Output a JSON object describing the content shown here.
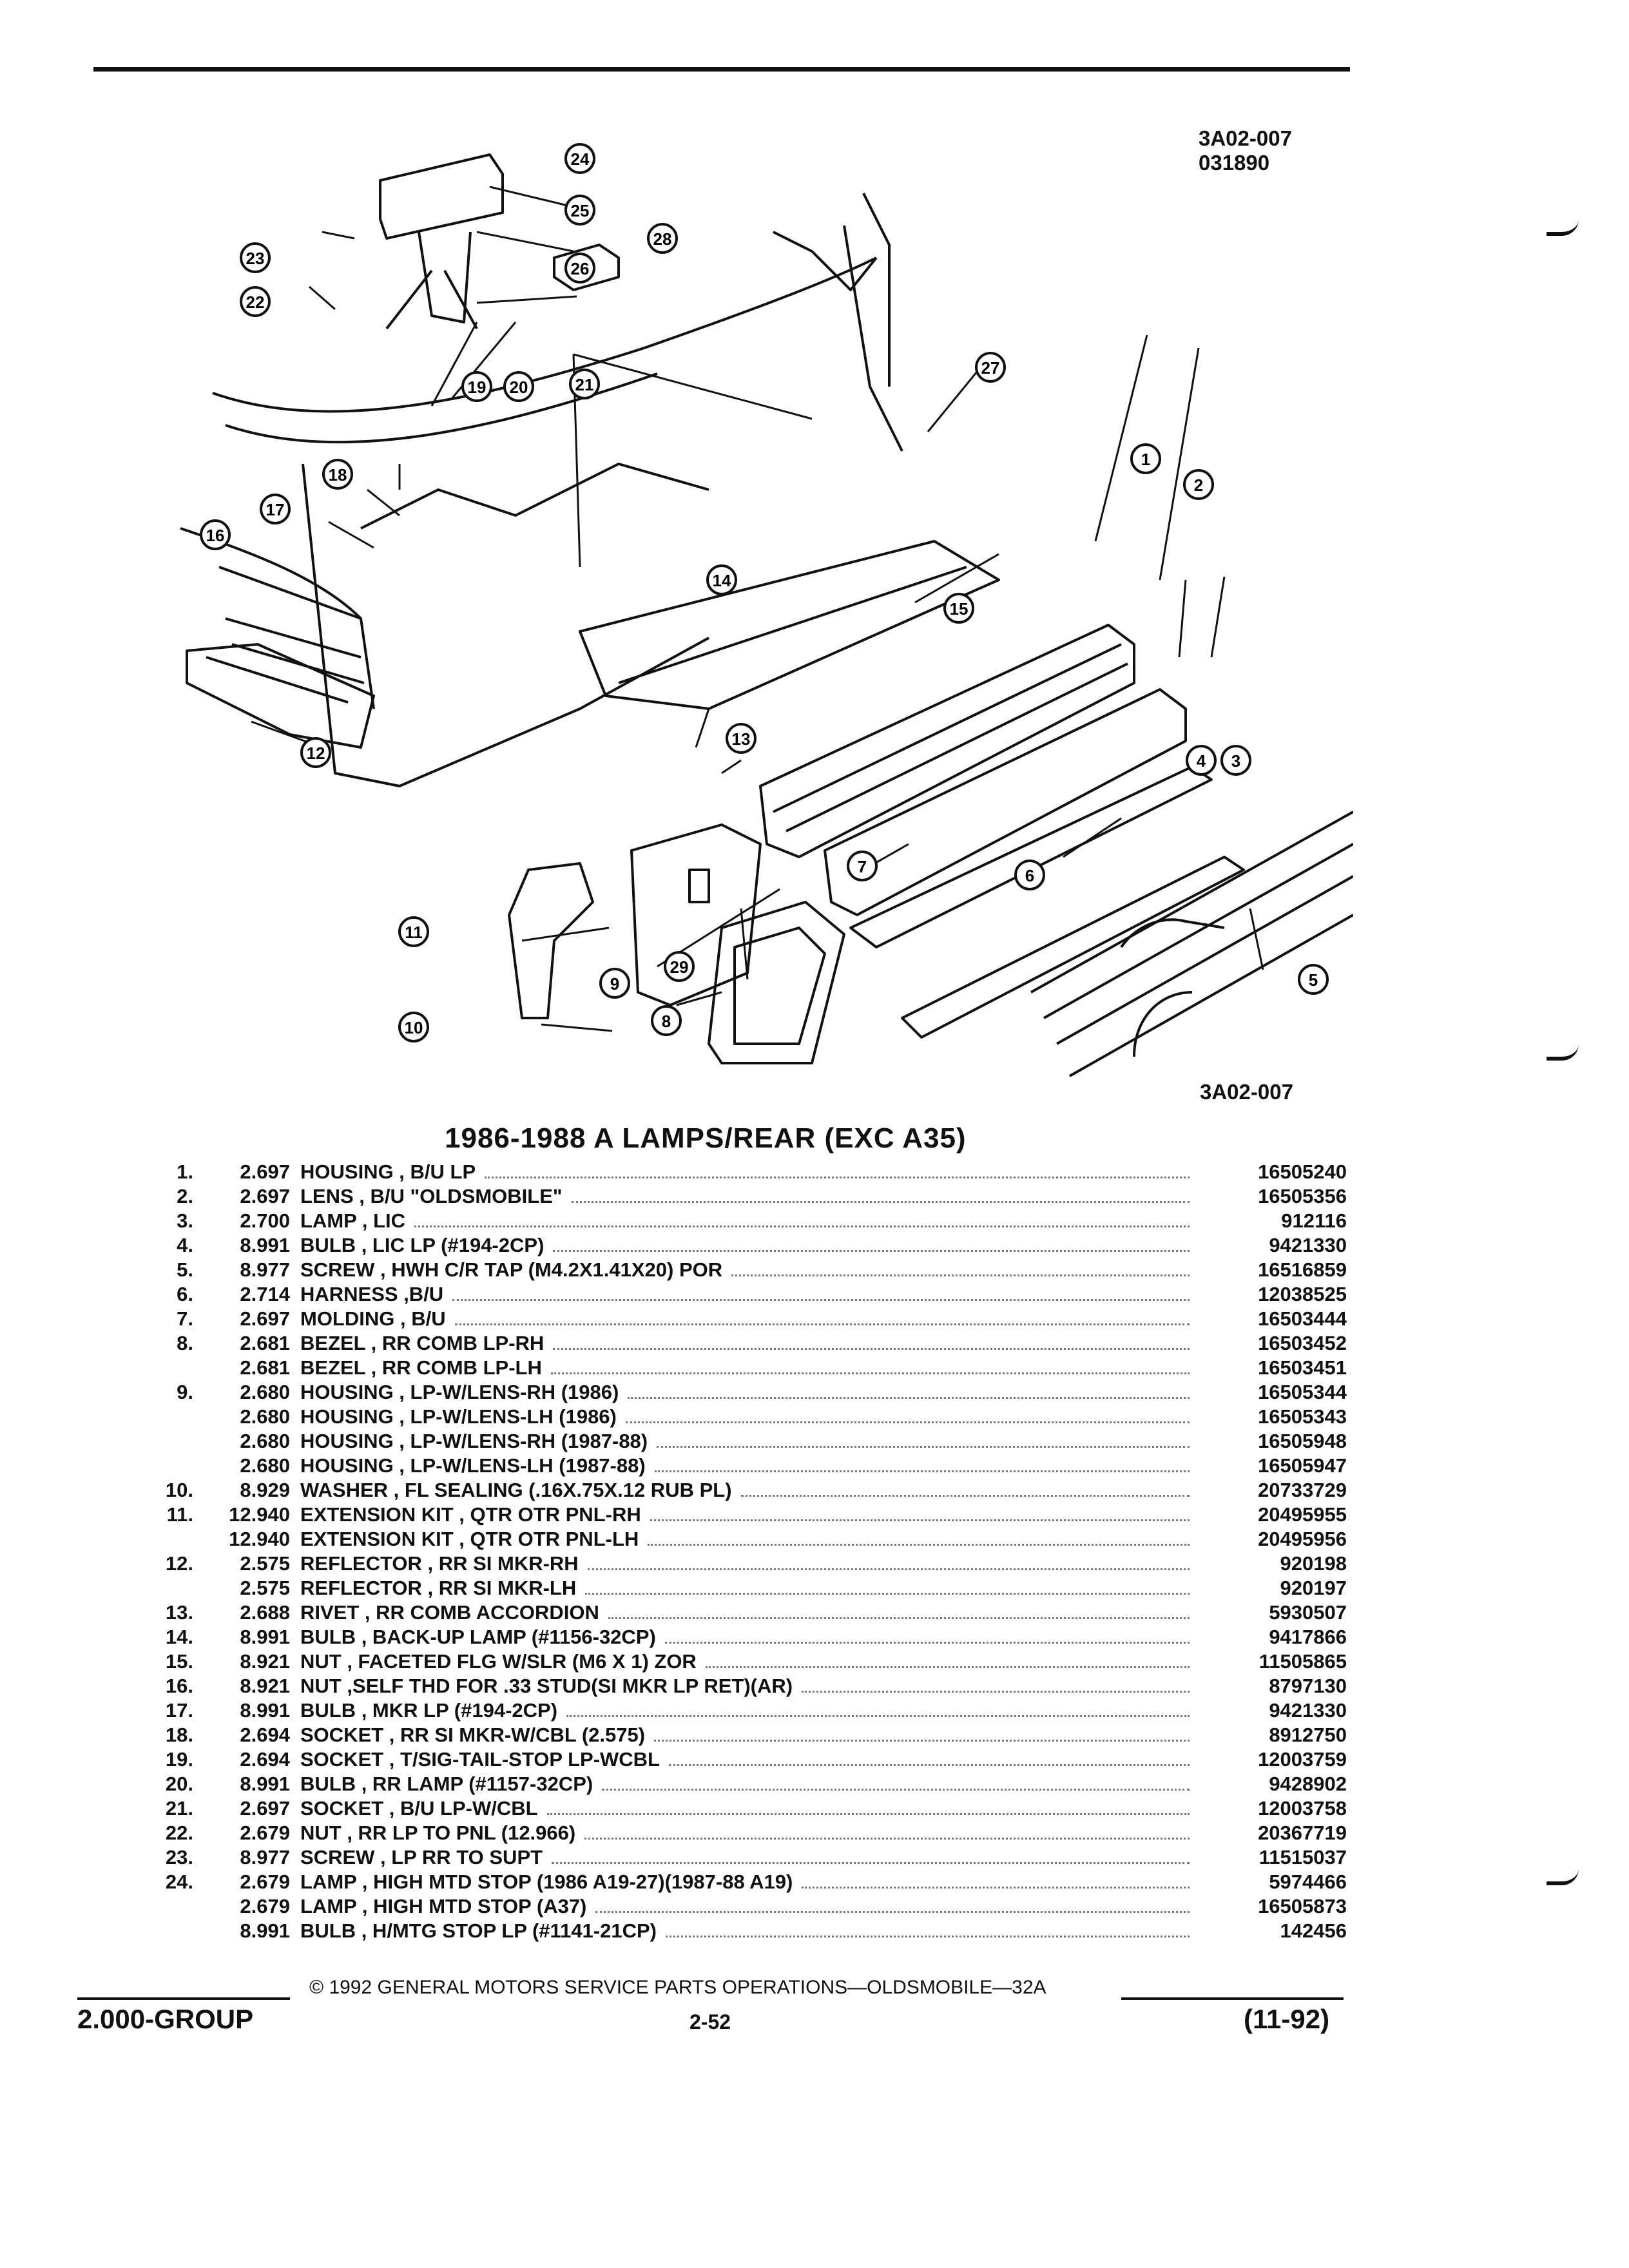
{
  "drawing": {
    "id": "3A02-007",
    "date_code": "031890",
    "caption": "3A02-007"
  },
  "diagram_labels": [
    "1",
    "2",
    "3",
    "4",
    "5",
    "6",
    "7",
    "8",
    "9",
    "10",
    "11",
    "12",
    "13",
    "14",
    "15",
    "16",
    "17",
    "18",
    "19",
    "20",
    "21",
    "22",
    "23",
    "24",
    "25",
    "26",
    "27",
    "28",
    "29"
  ],
  "section_title": "1986-1988 A LAMPS/REAR (EXC A35)",
  "parts": [
    {
      "idx": "1.",
      "grp": "2.697",
      "desc": "HOUSING , B/U LP",
      "pn": "16505240"
    },
    {
      "idx": "2.",
      "grp": "2.697",
      "desc": "LENS , B/U \"OLDSMOBILE\"",
      "pn": "16505356"
    },
    {
      "idx": "3.",
      "grp": "2.700",
      "desc": "LAMP , LIC",
      "pn": "912116"
    },
    {
      "idx": "4.",
      "grp": "8.991",
      "desc": "BULB , LIC LP (#194-2CP)",
      "pn": "9421330"
    },
    {
      "idx": "5.",
      "grp": "8.977",
      "desc": "SCREW , HWH C/R TAP (M4.2X1.41X20) POR",
      "pn": "16516859"
    },
    {
      "idx": "6.",
      "grp": "2.714",
      "desc": "HARNESS ,B/U",
      "pn": "12038525"
    },
    {
      "idx": "7.",
      "grp": "2.697",
      "desc": "MOLDING , B/U",
      "pn": "16503444"
    },
    {
      "idx": "8.",
      "grp": "2.681",
      "desc": "BEZEL , RR COMB LP-RH",
      "pn": "16503452"
    },
    {
      "idx": "",
      "grp": "2.681",
      "desc": "BEZEL , RR COMB LP-LH",
      "pn": "16503451"
    },
    {
      "idx": "9.",
      "grp": "2.680",
      "desc": "HOUSING , LP-W/LENS-RH (1986)",
      "pn": "16505344"
    },
    {
      "idx": "",
      "grp": "2.680",
      "desc": "HOUSING , LP-W/LENS-LH (1986)",
      "pn": "16505343"
    },
    {
      "idx": "",
      "grp": "2.680",
      "desc": "HOUSING , LP-W/LENS-RH (1987-88)",
      "pn": "16505948"
    },
    {
      "idx": "",
      "grp": "2.680",
      "desc": "HOUSING , LP-W/LENS-LH (1987-88)",
      "pn": "16505947"
    },
    {
      "idx": "10.",
      "grp": "8.929",
      "desc": "WASHER , FL SEALING (.16X.75X.12 RUB PL)",
      "pn": "20733729"
    },
    {
      "idx": "11.",
      "grp": "12.940",
      "desc": "EXTENSION KIT , QTR OTR PNL-RH",
      "pn": "20495955"
    },
    {
      "idx": "",
      "grp": "12.940",
      "desc": "EXTENSION KIT , QTR OTR PNL-LH",
      "pn": "20495956"
    },
    {
      "idx": "12.",
      "grp": "2.575",
      "desc": "REFLECTOR , RR SI MKR-RH",
      "pn": "920198"
    },
    {
      "idx": "",
      "grp": "2.575",
      "desc": "REFLECTOR , RR SI MKR-LH",
      "pn": "920197"
    },
    {
      "idx": "13.",
      "grp": "2.688",
      "desc": "RIVET , RR COMB ACCORDION",
      "pn": "5930507"
    },
    {
      "idx": "14.",
      "grp": "8.991",
      "desc": "BULB , BACK-UP LAMP (#1156-32CP)",
      "pn": "9417866"
    },
    {
      "idx": "15.",
      "grp": "8.921",
      "desc": "NUT , FACETED FLG W/SLR (M6 X 1) ZOR",
      "pn": "11505865"
    },
    {
      "idx": "16.",
      "grp": "8.921",
      "desc": "NUT ,SELF THD FOR .33 STUD(SI MKR LP RET)(AR)",
      "pn": "8797130"
    },
    {
      "idx": "17.",
      "grp": "8.991",
      "desc": "BULB , MKR LP (#194-2CP)",
      "pn": "9421330"
    },
    {
      "idx": "18.",
      "grp": "2.694",
      "desc": "SOCKET , RR SI MKR-W/CBL (2.575)",
      "pn": "8912750"
    },
    {
      "idx": "19.",
      "grp": "2.694",
      "desc": "SOCKET , T/SIG-TAIL-STOP LP-WCBL",
      "pn": "12003759"
    },
    {
      "idx": "20.",
      "grp": "8.991",
      "desc": "BULB , RR LAMP (#1157-32CP)",
      "pn": "9428902"
    },
    {
      "idx": "21.",
      "grp": "2.697",
      "desc": "SOCKET , B/U LP-W/CBL",
      "pn": "12003758"
    },
    {
      "idx": "22.",
      "grp": "2.679",
      "desc": "NUT , RR LP TO PNL (12.966)",
      "pn": "20367719"
    },
    {
      "idx": "23.",
      "grp": "8.977",
      "desc": "SCREW , LP RR TO SUPT",
      "pn": "11515037"
    },
    {
      "idx": "24.",
      "grp": "2.679",
      "desc": "LAMP , HIGH MTD STOP (1986 A19-27)(1987-88 A19)",
      "pn": "5974466"
    },
    {
      "idx": "",
      "grp": "2.679",
      "desc": "LAMP , HIGH MTD STOP (A37)",
      "pn": "16505873"
    },
    {
      "idx": "",
      "grp": "8.991",
      "desc": "BULB , H/MTG STOP LP (#1141-21CP)",
      "pn": "142456"
    }
  ],
  "footer": {
    "copyright": "© 1992 GENERAL MOTORS SERVICE PARTS OPERATIONS—OLDSMOBILE—32A",
    "group": "2.000-GROUP",
    "page": "2-52",
    "edition": "(11-92)"
  }
}
